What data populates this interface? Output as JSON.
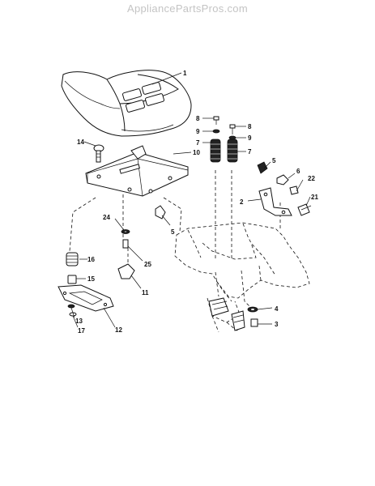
{
  "watermark": "AppliancePartsPros.com",
  "callouts": [
    "1",
    "2",
    "3",
    "4",
    "5",
    "5",
    "6",
    "7",
    "7",
    "8",
    "8",
    "9",
    "9",
    "10",
    "11",
    "12",
    "13",
    "14",
    "15",
    "16",
    "17",
    "21",
    "22",
    "24",
    "25"
  ],
  "colors": {
    "line": "#111111",
    "watermark": "#c4c4c4",
    "background": "#ffffff"
  }
}
